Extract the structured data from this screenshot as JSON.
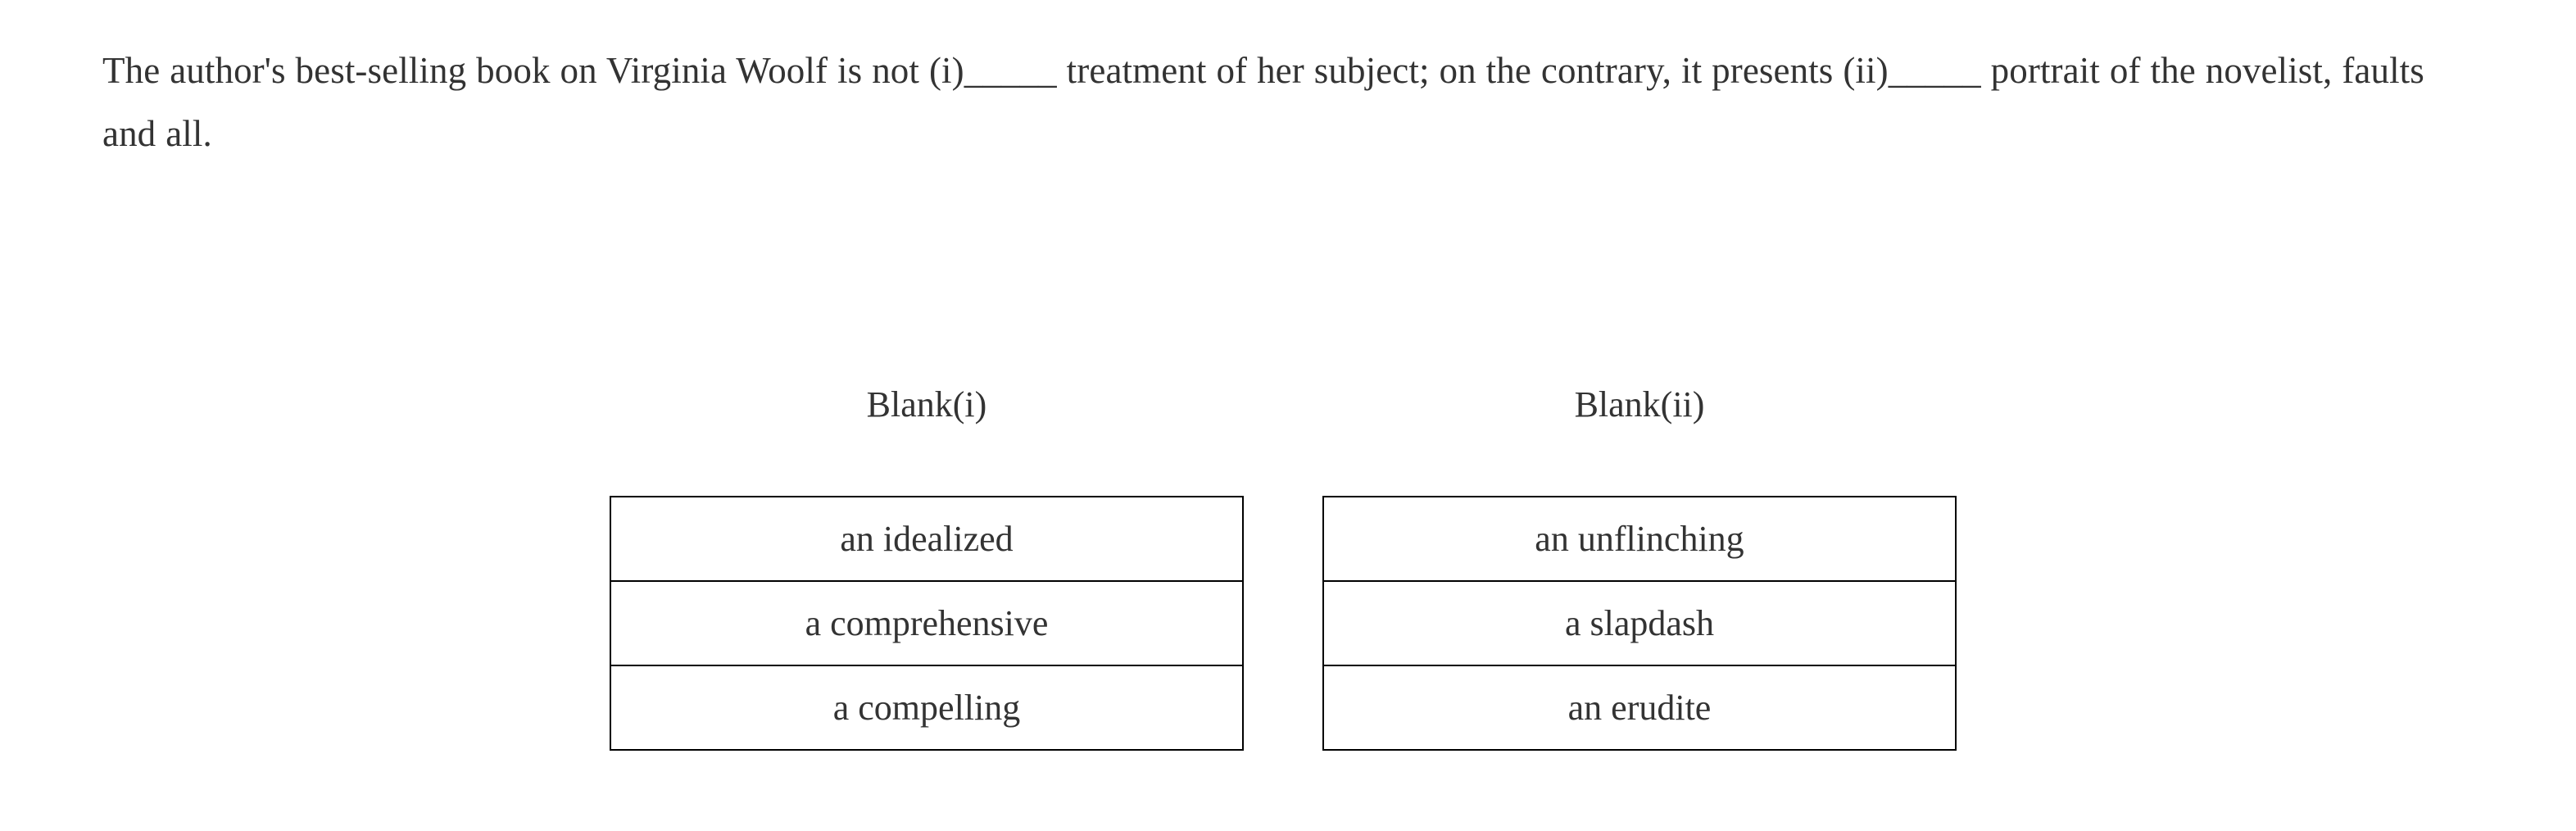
{
  "question": {
    "prompt": "The author's best-selling book on Virginia Woolf is not (i)_____ treatment of her subject; on the contrary, it presents (ii)_____ portrait of the novelist, faults and all.",
    "text_color": "#333333",
    "background_color": "#ffffff",
    "border_color": "#000000"
  },
  "blanks": [
    {
      "id": "blank-i",
      "label": "Blank(i)",
      "options": [
        "an idealized",
        "a comprehensive",
        "a compelling"
      ]
    },
    {
      "id": "blank-ii",
      "label": "Blank(ii)",
      "options": [
        "an unflinching",
        "a slapdash",
        "an erudite"
      ]
    }
  ]
}
